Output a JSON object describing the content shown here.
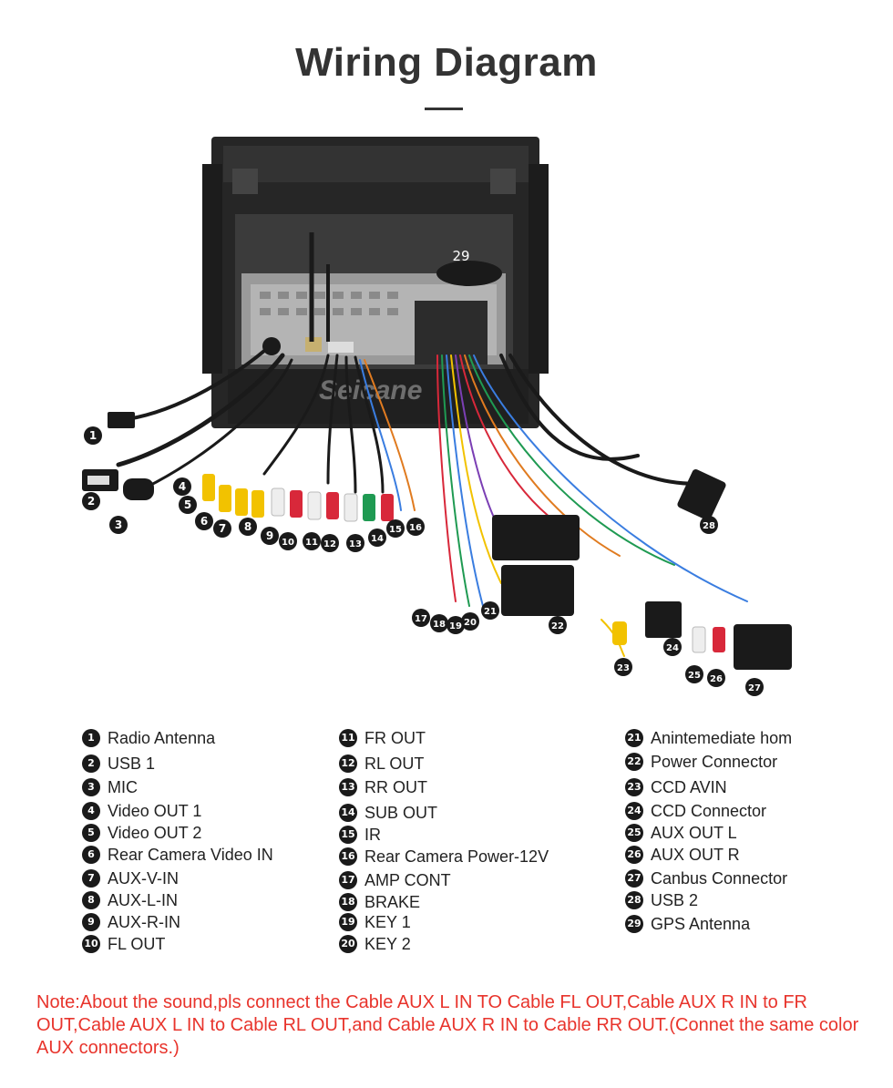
{
  "header": {
    "title": "Wiring Diagram"
  },
  "diagram": {
    "watermark": "Seicane",
    "callouts": [
      "1",
      "2",
      "3",
      "4",
      "5",
      "6",
      "7",
      "8",
      "9",
      "10",
      "11",
      "12",
      "13",
      "14",
      "15",
      "16",
      "17",
      "18",
      "19",
      "20",
      "21",
      "22",
      "23",
      "24",
      "25",
      "26",
      "27",
      "28",
      "29"
    ]
  },
  "legend": {
    "columns": [
      [
        {
          "num": "1",
          "label": "Radio  Antenna"
        },
        {
          "num": "2",
          "label": "USB 1"
        },
        {
          "num": "3",
          "label": "MIC"
        },
        {
          "num": "4",
          "label": "Video OUT 1"
        },
        {
          "num": "5",
          "label": "Video OUT 2"
        },
        {
          "num": "6",
          "label": "Rear Camera Video IN"
        },
        {
          "num": "7",
          "label": "AUX-V-IN"
        },
        {
          "num": "8",
          "label": "AUX-L-IN"
        },
        {
          "num": "9",
          "label": "AUX-R-IN"
        },
        {
          "num": "10",
          "label": "FL OUT"
        }
      ],
      [
        {
          "num": "11",
          "label": "FR OUT"
        },
        {
          "num": "12",
          "label": "RL OUT"
        },
        {
          "num": "13",
          "label": "RR OUT"
        },
        {
          "num": "14",
          "label": "SUB OUT"
        },
        {
          "num": "15",
          "label": "IR"
        },
        {
          "num": "16",
          "label": "Rear Camera Power-12V"
        },
        {
          "num": "17",
          "label": "AMP CONT"
        },
        {
          "num": "18",
          "label": "BRAKE"
        },
        {
          "num": "19",
          "label": "KEY 1"
        },
        {
          "num": "20",
          "label": "KEY 2"
        }
      ],
      [
        {
          "num": "21",
          "label": "Anintemediate hom"
        },
        {
          "num": "22",
          "label": "Power Connector"
        },
        {
          "num": "23",
          "label": "CCD AVIN"
        },
        {
          "num": "24",
          "label": "CCD Connector"
        },
        {
          "num": "25",
          "label": "AUX OUT L"
        },
        {
          "num": "26",
          "label": "AUX OUT R"
        },
        {
          "num": "27",
          "label": "Canbus Connector"
        },
        {
          "num": "28",
          "label": "USB 2"
        },
        {
          "num": "29",
          "label": "GPS  Antenna"
        }
      ]
    ]
  },
  "note": {
    "text": "Note:About the sound,pls connect the Cable AUX L IN TO Cable FL OUT,Cable AUX R IN to FR OUT,Cable AUX L IN to Cable RL OUT,and Cable AUX R IN to Cable RR OUT.(Connet the same color AUX connectors.)"
  },
  "colors": {
    "title": "#333333",
    "note": "#e8342c",
    "callout_bg": "#1a1a1a",
    "rca_yellow": "#f2c200",
    "rca_red": "#d8283a",
    "rca_white": "#eeeeee",
    "rca_green": "#1f9a52",
    "chassis": "#222222"
  }
}
